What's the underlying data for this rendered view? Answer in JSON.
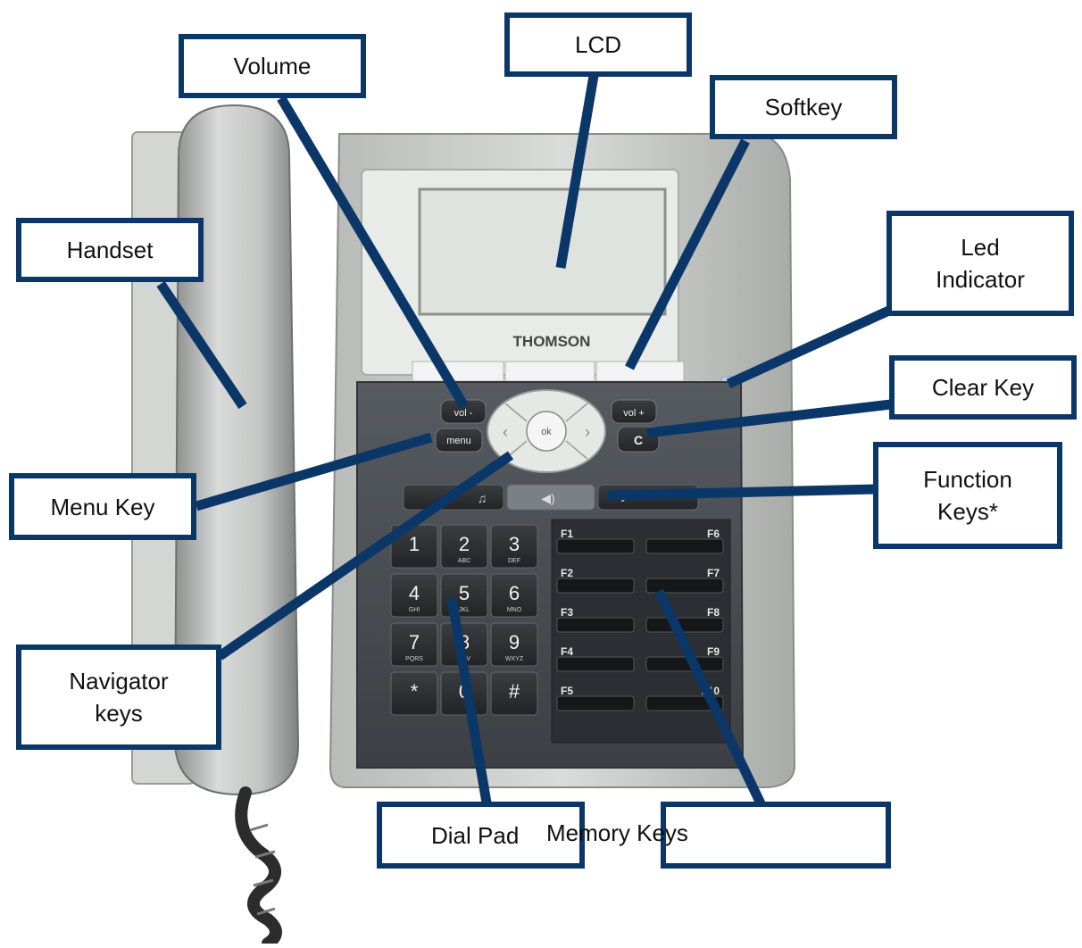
{
  "brand": "THOMSON",
  "colors": {
    "callout_border": "#0b3768",
    "pointer": "#0b3768",
    "body_silver": "#c9cbc9",
    "keypad_dark": "#4a4f55",
    "lcd": "#dfe3df",
    "led": "#b8d4e6"
  },
  "callouts": {
    "volume": "Volume",
    "lcd": "LCD",
    "softkey": "Softkey",
    "handset": "Handset",
    "led_indicator": "Led\nIndicator",
    "clear_key": "Clear Key",
    "menu_key": "Menu Key",
    "function_keys": "Function\nKeys*",
    "navigator_keys": "Navigator\nkeys",
    "dial_pad": "Dial Pad",
    "memory_keys": "Memory Keys"
  },
  "keys": {
    "vol_minus": "vol -",
    "vol_plus": "vol +",
    "menu": "menu",
    "ok": "ok",
    "clear": "C",
    "dial": [
      {
        "digit": "1",
        "letters": ""
      },
      {
        "digit": "2",
        "letters": "ABC"
      },
      {
        "digit": "3",
        "letters": "DEF"
      },
      {
        "digit": "4",
        "letters": "GHI"
      },
      {
        "digit": "5",
        "letters": "JKL"
      },
      {
        "digit": "6",
        "letters": "MNO"
      },
      {
        "digit": "7",
        "letters": "PQRS"
      },
      {
        "digit": "8",
        "letters": "TUV"
      },
      {
        "digit": "9",
        "letters": "WXYZ"
      },
      {
        "digit": "*",
        "letters": ""
      },
      {
        "digit": "0",
        "letters": ""
      },
      {
        "digit": "#",
        "letters": ""
      }
    ],
    "memory_left": [
      "F1",
      "F2",
      "F3",
      "F4",
      "F5"
    ],
    "memory_right": [
      "F6",
      "F7",
      "F8",
      "F9",
      "F10"
    ]
  }
}
